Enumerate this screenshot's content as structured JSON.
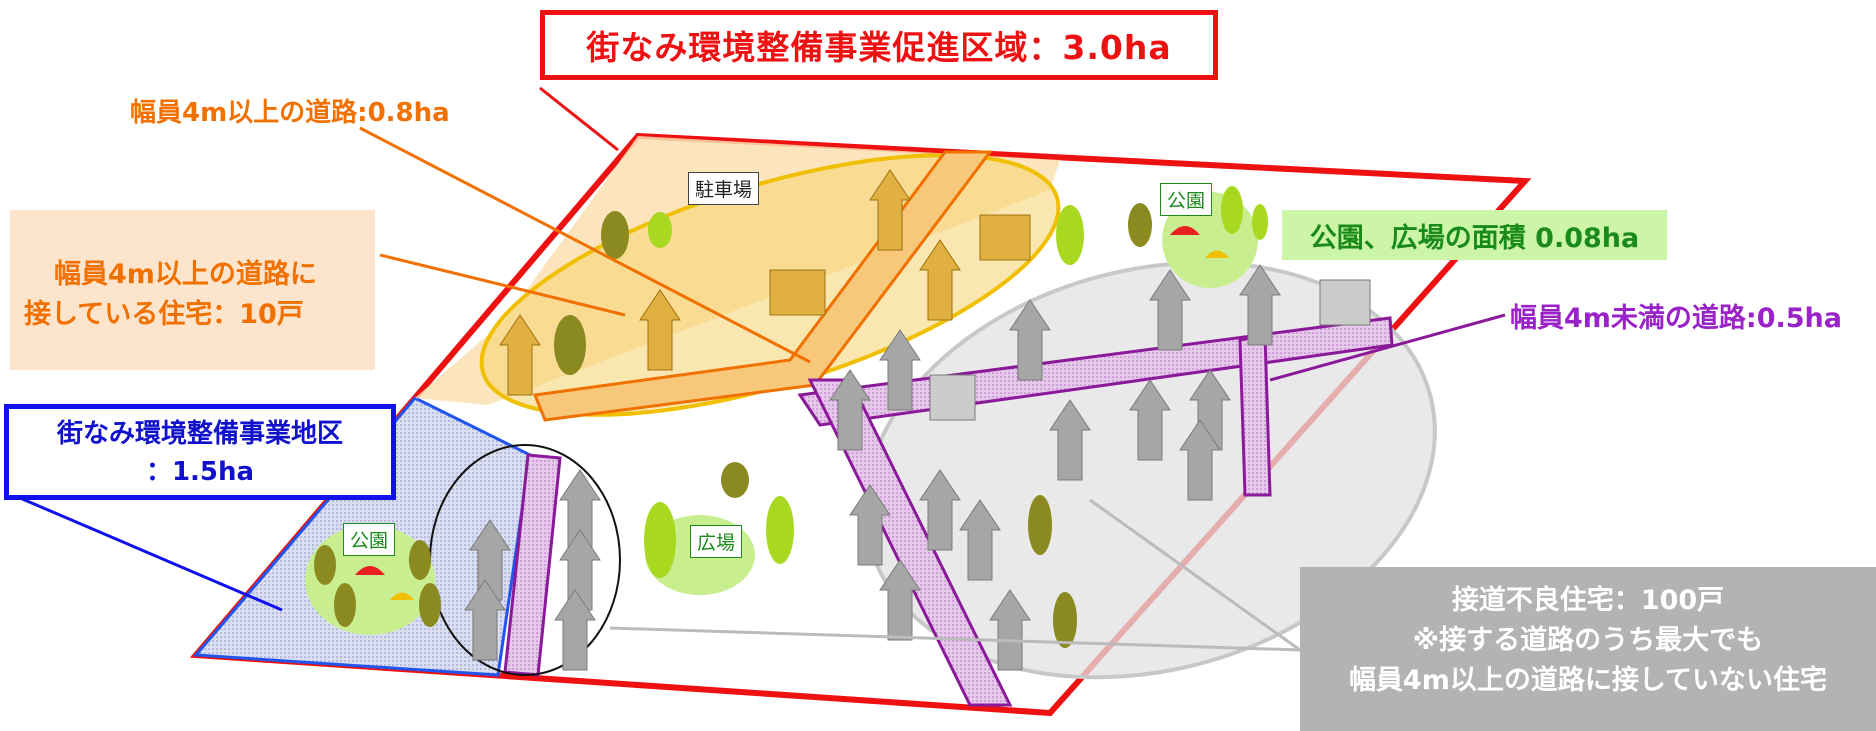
{
  "title": "街なみ環境整備事業促進区域：3.0ha",
  "road_wide": "幅員4m以上の道路:0.8ha",
  "houses_wide": {
    "line1": "幅員4m以上の道路に",
    "line2": "接している住宅：10戸"
  },
  "district": {
    "line1": "街なみ環境整備事業地区",
    "line2": "：1.5ha"
  },
  "park_area": "公園、広場の面積 0.08ha",
  "road_narrow": "幅員4m未満の道路:0.5ha",
  "bad_houses": {
    "line1": "接道不良住宅：100戸",
    "line2": "※接する道路のうち最大でも",
    "line3": "幅員4m以上の道路に接していない住宅"
  },
  "labels": {
    "parking": "駐車場",
    "park": "公園",
    "plaza": "広場"
  },
  "colors": {
    "red": "#ee1111",
    "orange": "#f07000",
    "blue": "#1111ee",
    "green": "#1a8a1a",
    "purple": "#9a22c8",
    "gray": "#b3b3b3"
  }
}
